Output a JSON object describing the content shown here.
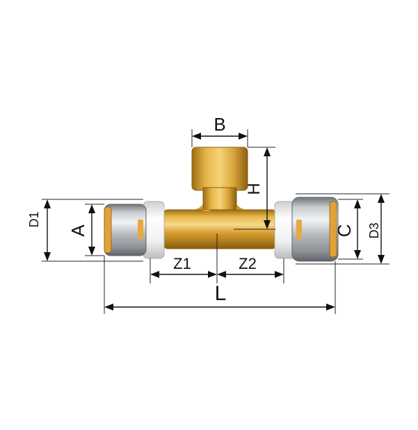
{
  "diagram": {
    "labels": {
      "B": "B",
      "H": "H",
      "D1": "D1",
      "A": "A",
      "C": "C",
      "D3": "D3",
      "Z1": "Z1",
      "Z2": "Z2",
      "L": "L"
    },
    "colors": {
      "brass": "#d9a53a",
      "brass_dark": "#9c6d12",
      "brass_light": "#f4d27a",
      "steel": "#b9bcc0",
      "steel_dark": "#6d7277",
      "steel_light": "#eef0f2",
      "ring_white": "#f6f6f6",
      "dimension": "#111111"
    }
  }
}
